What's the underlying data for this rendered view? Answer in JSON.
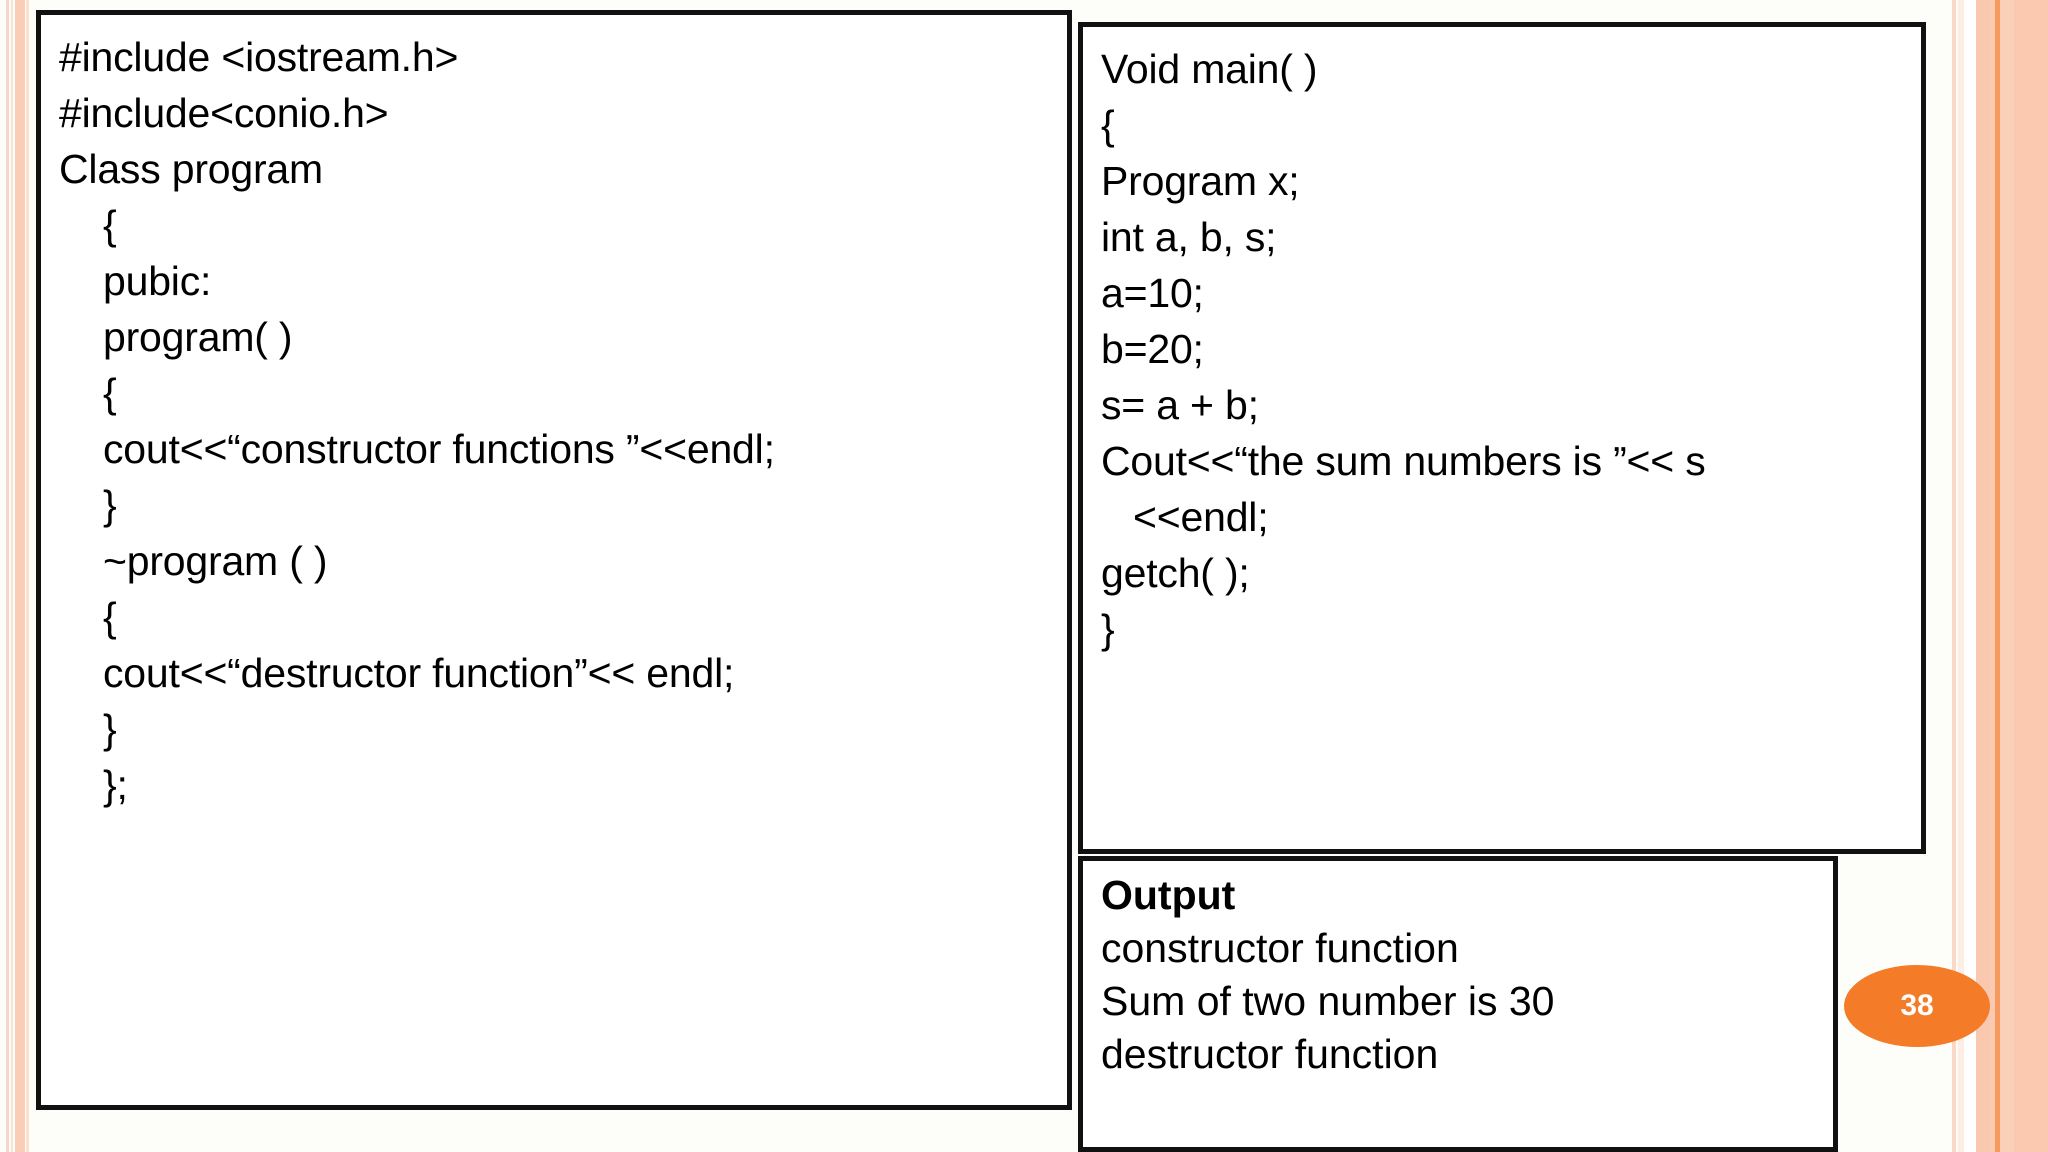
{
  "slide": {
    "page_number": "38",
    "accent_color": "#F47B28",
    "stripe_colors": [
      "#F8D7C6",
      "#FAE3D6",
      "#FACDB6",
      "#FBE0D0",
      "#FAC8AE",
      "#F79A5E",
      "#FAC9B0"
    ],
    "background_color": "#FDFEFA",
    "border_color": "#111111"
  },
  "left_code_box": {
    "name": "class-definition-code",
    "lines": [
      {
        "text": "#include <iostream.h>",
        "indent": 0
      },
      {
        "text": "#include<conio.h>",
        "indent": 0
      },
      {
        "text": "Class program",
        "indent": 0
      },
      {
        "text": "{",
        "indent": 1
      },
      {
        "text": "pubic:",
        "indent": 1
      },
      {
        "text": "program( )",
        "indent": 1
      },
      {
        "text": "{",
        "indent": 1
      },
      {
        "text": "cout<<“constructor functions ”<<endl;",
        "indent": 1
      },
      {
        "text": "}",
        "indent": 1
      },
      {
        "text": "~program ( )",
        "indent": 1
      },
      {
        "text": "{",
        "indent": 1
      },
      {
        "text": "cout<<“destructor function”<< endl;",
        "indent": 1
      },
      {
        "text": "}",
        "indent": 1
      },
      {
        "text": "};",
        "indent": 1
      }
    ]
  },
  "right_code_box": {
    "name": "main-function-code",
    "lines": [
      {
        "text": "Void main( )",
        "indent": 0
      },
      {
        "text": "{",
        "indent": 0
      },
      {
        "text": "Program x;",
        "indent": 0
      },
      {
        "text": "int a, b, s;",
        "indent": 0
      },
      {
        "text": "a=10;",
        "indent": 0
      },
      {
        "text": "b=20;",
        "indent": 0
      },
      {
        "text": "s= a + b;",
        "indent": 0
      },
      {
        "text": "Cout<<“the sum numbers is ”<< s",
        "indent": 0
      },
      {
        "text": "<<endl;",
        "indent": 2
      },
      {
        "text": "getch( );",
        "indent": 0
      },
      {
        "text": "}",
        "indent": 0
      }
    ]
  },
  "output_box": {
    "name": "program-output",
    "title": "Output",
    "lines": [
      "constructor function",
      "Sum of two number is 30",
      "destructor function"
    ]
  }
}
